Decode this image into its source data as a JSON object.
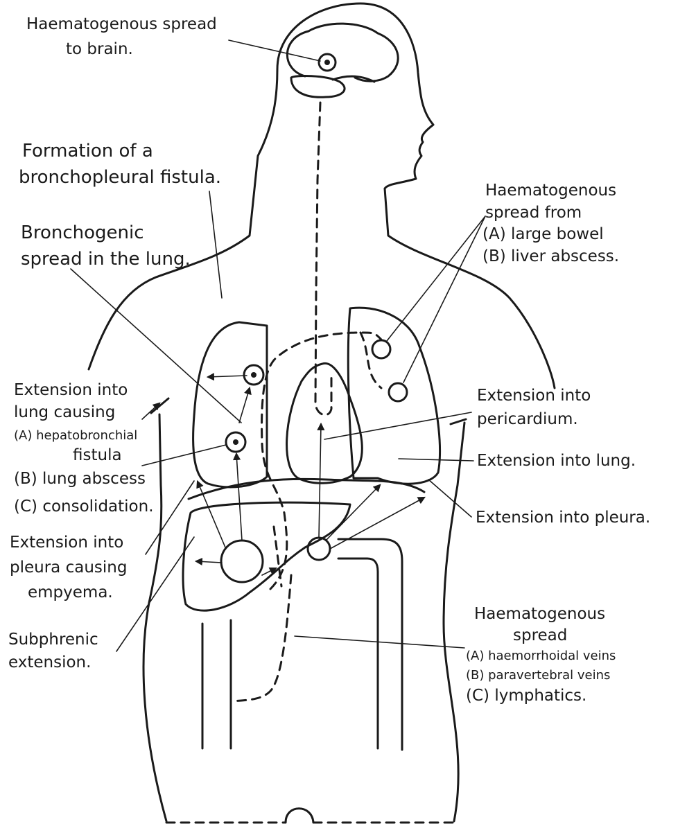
{
  "labels": {
    "brain_1": "Haematogenous spread",
    "brain_2": "to brain.",
    "fistula_1": "Formation of a",
    "fistula_2": "bronchopleural fistula.",
    "broncho_1": "Bronchogenic",
    "broncho_2": "spread in the lung.",
    "haem_from_1": "Haematogenous",
    "haem_from_2": "spread from",
    "haem_from_a": "(A) large bowel",
    "haem_from_b": "(B) liver abscess.",
    "ext_lung_1": "Extension into",
    "ext_lung_2": "lung causing",
    "ext_lung_a": "(A) hepatobronchial",
    "ext_lung_a2": "fistula",
    "ext_lung_b": "(B) lung abscess",
    "ext_lung_c": "(C) consolidation.",
    "pericard_1": "Extension into",
    "pericard_2": "pericardium.",
    "into_lung": "Extension into lung.",
    "into_pleura": "Extension into pleura.",
    "empyema_1": "Extension into",
    "empyema_2": "pleura causing",
    "empyema_3": "empyema.",
    "subphrenic_1": "Subphrenic",
    "subphrenic_2": "extension.",
    "haem_spread_1": "Haematogenous",
    "haem_spread_2": "spread",
    "haem_spread_a": "(A) haemorrhoidal veins",
    "haem_spread_b": "(B) paravertebral veins",
    "haem_spread_c": "(C) lymphatics."
  }
}
